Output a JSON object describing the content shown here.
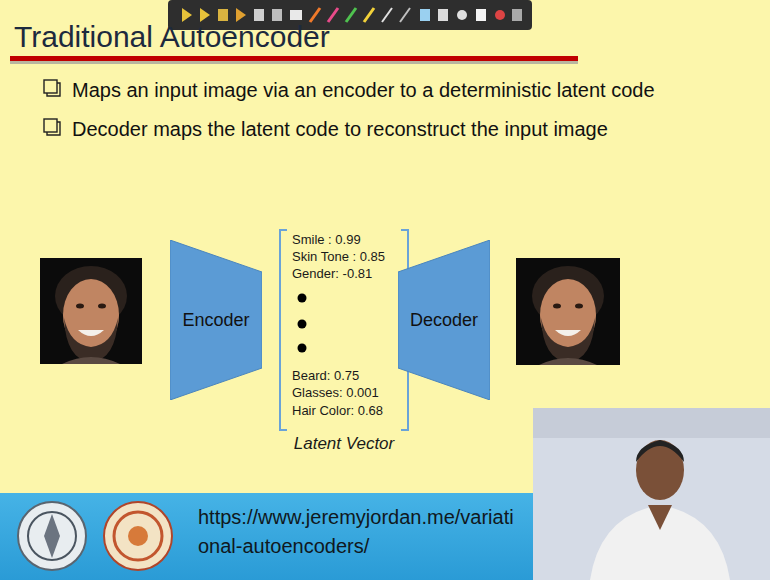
{
  "diagram": {
    "title": "Traditional Autoencoder",
    "nodes": [
      {
        "text": [
          "Encoder"
        ]
      },
      {
        "text": [
          "Smile : 0.99",
          "Skin Tone : 0.85",
          "Gender: -0.81",
          "Beard: 0.75",
          "Glasses: 0.001",
          "Hair Color: 0.68",
          "Latent Vector"
        ]
      },
      {
        "text": [
          "Decoder"
        ]
      }
    ],
    "labels": [
      "Maps an input image via an encoder to a deterministic latent code",
      "Decoder maps the latent code to reconstruct the input image",
      "https://www.jeremyjordan.me/variati onal-autoencoders/"
    ]
  }
}
